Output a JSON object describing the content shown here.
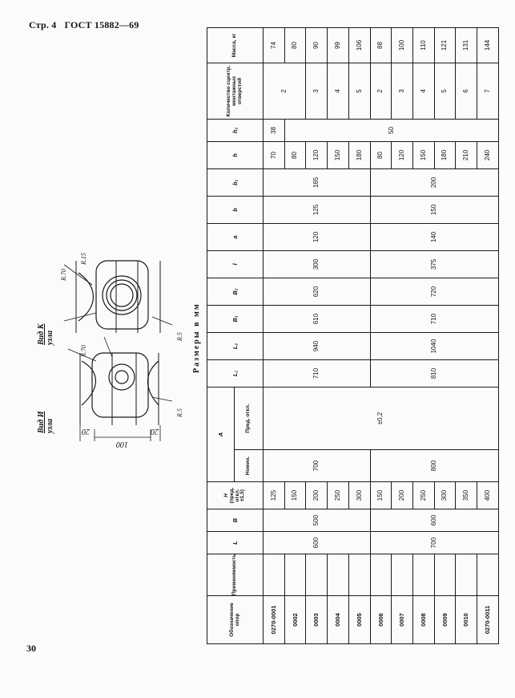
{
  "header": {
    "page_label": "Стр. 4",
    "standard": "ГОСТ 15882—69"
  },
  "page_number": "30",
  "drawing": {
    "view_a": {
      "title": "Вид И",
      "subtitle": "узла"
    },
    "view_k": {
      "title": "Вид К",
      "subtitle": "узла"
    },
    "radii": {
      "r70_a": "R.70",
      "r70_b": "R.70",
      "r15": "R.15",
      "r25_a": "R.5",
      "r25_b": "R.5"
    },
    "dims": {
      "width": "100",
      "left": "20",
      "right": "20"
    }
  },
  "table_caption": "Размеры в мм",
  "table": {
    "headers": {
      "designation": "Обозначение опор",
      "applicability": "Применяемость",
      "L": "L",
      "B": "B",
      "H": [
        "H",
        "(пред.",
        "откл.",
        "±1,5)"
      ],
      "A": "A",
      "A_nom": "Номин.",
      "A_dev": "Пред. откл.",
      "L1": "L₁",
      "L2": "L₂",
      "B1": "B₁",
      "B2": "B₂",
      "l": "l",
      "a": "a",
      "b": "b",
      "b1": "b₁",
      "h": "h",
      "h1": "h₁",
      "holes": "Количество сцентр. монтажных отверстий",
      "mass": "Масса, кг"
    },
    "rows": [
      {
        "code": "0270-0001",
        "L": "",
        "B": "",
        "H": "125",
        "h": "70",
        "h1": "38",
        "mass": "74"
      },
      {
        "code": "0002",
        "L": "",
        "B": "",
        "H": "150",
        "h": "80",
        "mass": "80"
      },
      {
        "code": "0003",
        "H": "200",
        "h": "120",
        "mass": "90"
      },
      {
        "code": "0004",
        "H": "250",
        "h": "150",
        "mass": "99"
      },
      {
        "code": "0005",
        "H": "300",
        "h": "180",
        "mass": "106"
      },
      {
        "code": "0006",
        "H": "150",
        "h": "80",
        "mass": "88"
      },
      {
        "code": "0007",
        "H": "200",
        "h": "120",
        "mass": "100"
      },
      {
        "code": "0008",
        "H": "250",
        "h": "150",
        "mass": "110"
      },
      {
        "code": "0009",
        "H": "300",
        "h": "180",
        "mass": "121"
      },
      {
        "code": "0010",
        "H": "350",
        "h": "210",
        "mass": "131"
      },
      {
        "code": "0270-0011",
        "H": "400",
        "h": "240",
        "mass": "144"
      }
    ],
    "group1": {
      "L": "600",
      "B": "500",
      "A_nom": "700",
      "L1": "710",
      "L2": "940",
      "B1": "610",
      "B2": "620",
      "l": "300",
      "a": "120",
      "b": "125",
      "b1": "165"
    },
    "group2": {
      "L": "700",
      "B": "600",
      "A_nom": "800",
      "L1": "810",
      "L2": "1040",
      "B1": "710",
      "B2": "720",
      "l": "375",
      "a": "140",
      "b": "150",
      "b1": "200"
    },
    "A_dev": "±0,2",
    "h1_group2": "50",
    "holes": [
      "2",
      "3",
      "4",
      "5",
      "2",
      "3",
      "4",
      "5",
      "6",
      "7"
    ]
  }
}
